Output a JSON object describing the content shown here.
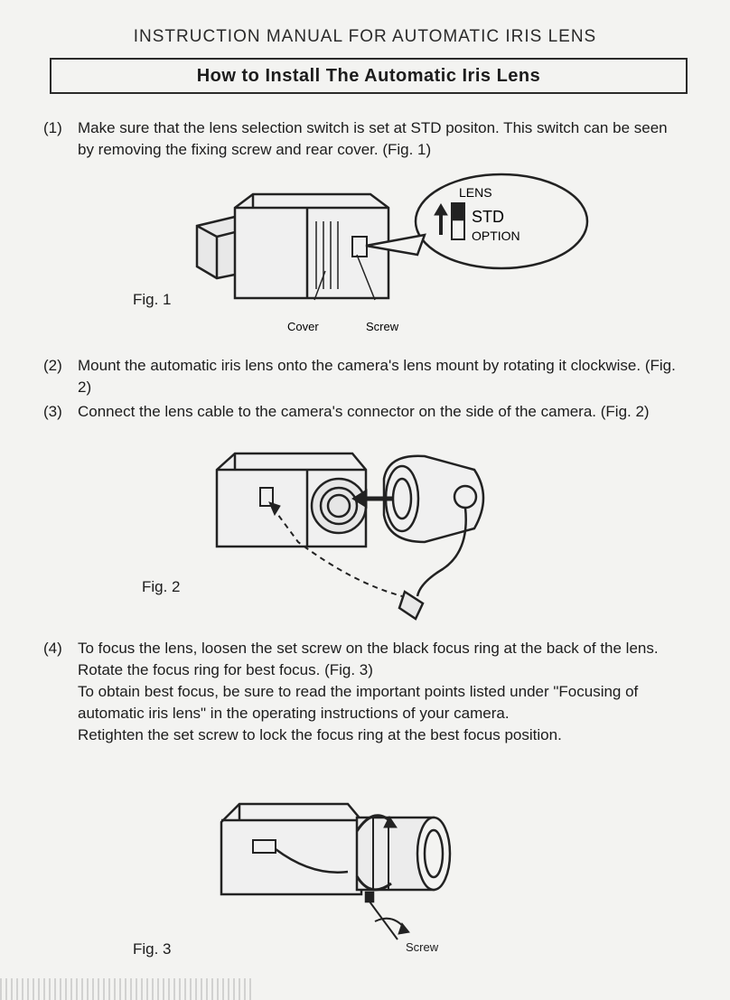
{
  "header": "INSTRUCTION MANUAL FOR AUTOMATIC IRIS LENS",
  "title": "How to Install The Automatic Iris Lens",
  "steps": [
    {
      "num": "(1)",
      "lines": [
        "Make sure that the lens selection switch is set at  STD positon. This switch can be seen by removing the fixing screw and rear cover. (Fig. 1)"
      ]
    },
    {
      "num": "(2)",
      "lines": [
        "Mount the automatic iris lens onto the camera's lens mount by rotating it clockwise. (Fig. 2)"
      ]
    },
    {
      "num": "(3)",
      "lines": [
        "Connect the lens cable to the camera's connector on the side of the camera. (Fig. 2)"
      ]
    },
    {
      "num": "(4)",
      "lines": [
        "To focus the lens, loosen the set screw on the black focus ring at the back of the lens. Rotate the focus ring for best focus. (Fig. 3)",
        "To obtain best focus, be sure to read the important points listed under \"Focusing of automatic iris lens\" in the operating instructions of your camera.",
        "Retighten the set screw to lock the focus ring at the best focus position."
      ]
    }
  ],
  "figures": {
    "fig1": {
      "label": "Fig. 1",
      "switch_title": "LENS",
      "std": "STD",
      "option": "OPTION",
      "cover": "Cover",
      "screw": "Screw"
    },
    "fig2": {
      "label": "Fig. 2"
    },
    "fig3": {
      "label": "Fig. 3",
      "screw": "Screw"
    }
  }
}
